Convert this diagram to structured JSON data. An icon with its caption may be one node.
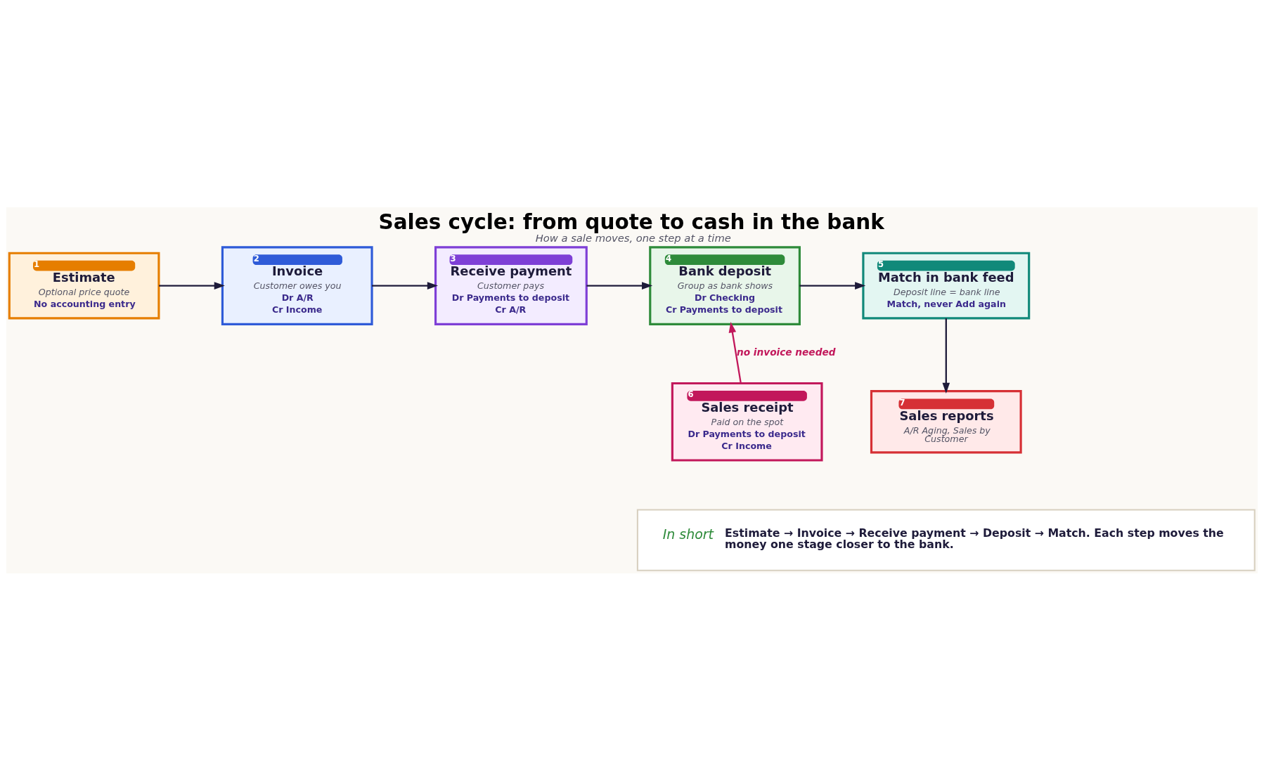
{
  "diagram": {
    "title": "Sales cycle: from quote to cash in the bank",
    "caption": "How a sale moves, one step at a time",
    "nodes": [
      {
        "text": [
          "1",
          "Estimate",
          "Optional price quote",
          "No accounting entry"
        ]
      },
      {
        "text": [
          "2",
          "Invoice",
          "Customer owes you",
          "Dr A/R",
          "Cr Income"
        ]
      },
      {
        "text": [
          "3",
          "Receive payment",
          "Customer pays",
          "Dr Payments to deposit",
          "Cr A/R"
        ]
      },
      {
        "text": [
          "4",
          "Bank deposit",
          "Group as bank shows",
          "Dr Checking",
          "Cr Payments to deposit"
        ]
      },
      {
        "text": [
          "5",
          "Match in bank feed",
          "Deposit line = bank line",
          "Match, never Add again"
        ]
      },
      {
        "text": [
          "6",
          "Sales receipt",
          "Paid on the spot",
          "Dr Payments to deposit",
          "Cr Income"
        ]
      },
      {
        "text": [
          "7",
          "Sales reports",
          "A/R Aging, Sales by Customer"
        ]
      },
      {
        "text": [
          "In short",
          "Estimate → Invoice → Receive payment → Deposit → Match. Each step moves the money one stage closer to the bank."
        ]
      }
    ],
    "edges": [
      {
        "from": 0,
        "to": 1,
        "arrow": "to"
      },
      {
        "from": 1,
        "to": 2,
        "arrow": "to"
      },
      {
        "from": 2,
        "to": 3,
        "arrow": "to"
      },
      {
        "from": 3,
        "to": 4,
        "arrow": "to"
      },
      {
        "from": 4,
        "to": 6,
        "arrow": "to"
      },
      {
        "from": 5,
        "to": 3,
        "arrow": "to",
        "label": "no invoice needed",
        "color": "#c2185b"
      }
    ]
  }
}
